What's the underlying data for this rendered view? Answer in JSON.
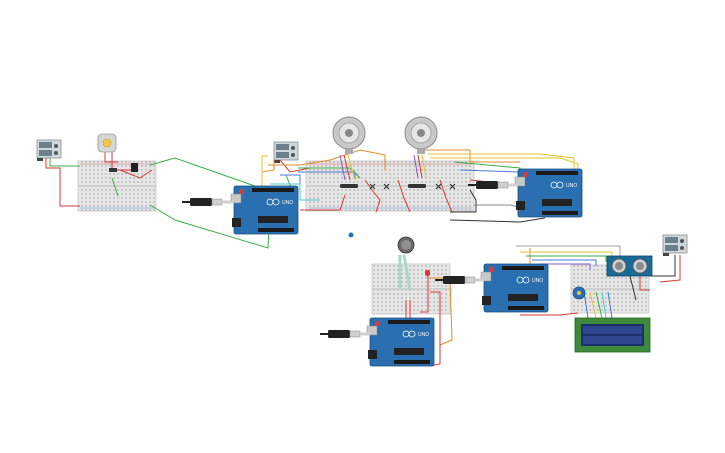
{
  "arduino_boards": [
    {
      "id": "arduino-1",
      "brand_text": "UNO"
    },
    {
      "id": "arduino-2",
      "brand_text": "UNO"
    },
    {
      "id": "arduino-3",
      "brand_text": "UNO"
    },
    {
      "id": "arduino-4",
      "brand_text": "UNO"
    }
  ],
  "colors": {
    "board": "#2a6fb0",
    "board_dark": "#1d4f80",
    "breadboard": "#e4e4e4",
    "lcd_body": "#3d8a3a",
    "lcd_screen": "#1d2f6b",
    "sensor_body": "#1a6a96",
    "wire_red": "#d63b3b",
    "wire_green": "#3fae49",
    "wire_orange": "#e08d2a",
    "wire_yellow": "#e2c62a",
    "wire_blue": "#4a7bd0",
    "wire_purple": "#8a58c8",
    "wire_black": "#333333",
    "wire_gray": "#888888"
  },
  "components": {
    "power_supplies": 3,
    "breadboards": 5,
    "motors": 2,
    "potentiometer_icon": "potentiometer-icon",
    "motor_icon": "servo-motor-icon",
    "ultrasonic_icon": "ultrasonic-sensor-icon",
    "lcd_icon": "lcd-display-icon",
    "usb_icon": "usb-cable-icon",
    "force_sensor_icon": "force-sensor-icon",
    "led_icon": "led-icon"
  }
}
